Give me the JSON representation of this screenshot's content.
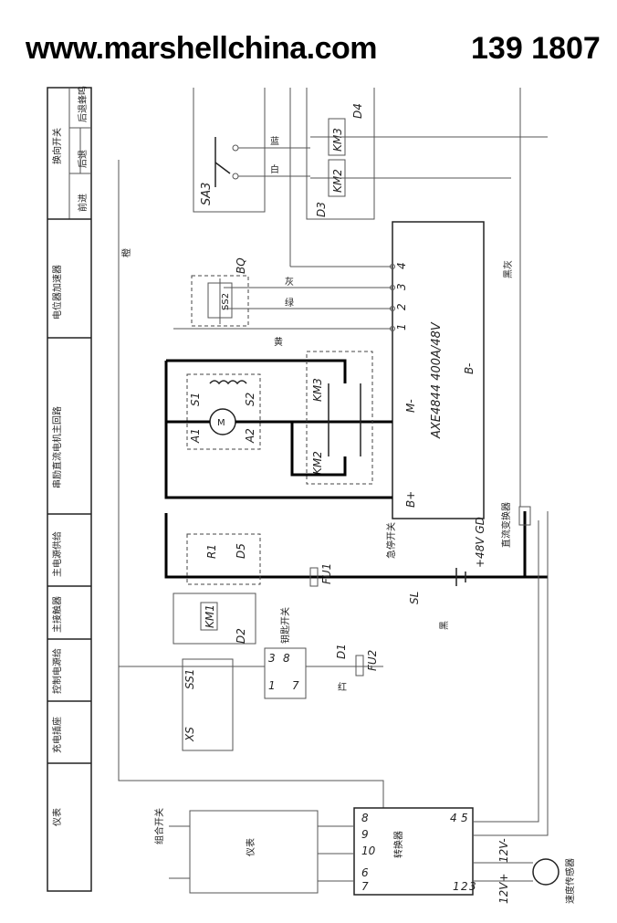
{
  "header": {
    "website": "www.marshellchina.com",
    "phone": "139 1807"
  },
  "left_panel": {
    "sections": [
      {
        "label": "仪表"
      },
      {
        "label": "充电插座"
      },
      {
        "label": "控制电源给"
      },
      {
        "label": "主接触器"
      },
      {
        "label": "主电源供给"
      },
      {
        "label": "串励直流电机主回路"
      },
      {
        "label": "电位器加速器"
      }
    ],
    "direction_switch": {
      "title": "换向开关",
      "forward": "前进",
      "reverse": "后退",
      "reverse_buzzer": "后退蜂鸣"
    }
  },
  "components": {
    "sa3": "SA3",
    "km3_top": "KM3",
    "km2_top": "KM2",
    "d4": "D4",
    "d3": "D3",
    "controller": "AXE4844 400A/48V",
    "bq": "BQ",
    "ss2": "SS2",
    "s1": "S1",
    "s2": "S2",
    "a1": "A1",
    "a2": "A2",
    "motor": "M",
    "km3": "KM3",
    "km2": "KM2",
    "m_minus": "M-",
    "b_minus": "B-",
    "b_plus": "B+",
    "r1": "R1",
    "d5": "D5",
    "km1": "KM1",
    "d2": "D2",
    "fu1": "FU1",
    "sl": "SL",
    "emergency": "急停开关",
    "battery": "+48V GD",
    "dc_converter": "直流变换器",
    "fu2": "FU2",
    "d1": "D1",
    "ss1": "SS1",
    "xs": "XS",
    "key_switch": "钥匙开关",
    "combo_switch": "组合开关",
    "instrument": "仪表",
    "converter": "转换器",
    "speed_sensor": "速度传感器",
    "v12p": "12V+",
    "v12m": "12V-"
  },
  "wire_labels": {
    "orange": "橙",
    "blue": "蓝",
    "white": "白",
    "black": "黑",
    "red": "红",
    "yellow": "黄",
    "green": "绿",
    "gray": "灰",
    "black_gray": "黑灰"
  },
  "terminals": {
    "controller_pins": [
      "1",
      "2",
      "3",
      "4"
    ],
    "key_pins": [
      "3",
      "8",
      "1",
      "7"
    ],
    "converter_pins": [
      "4",
      "5",
      "8",
      "9",
      "10",
      "6",
      "7",
      "1",
      "2",
      "3"
    ]
  }
}
